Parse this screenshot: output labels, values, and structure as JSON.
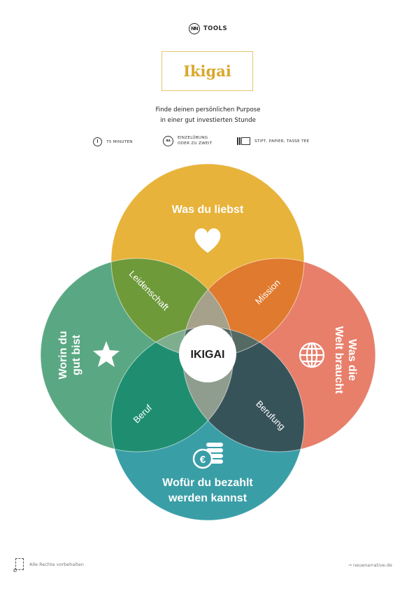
{
  "header": {
    "brand_logo": "NN",
    "brand_label": "TOOLS"
  },
  "title": "Ikigai",
  "subtitle": {
    "line1": "Finde deinen persönlichen Purpose",
    "line2": "in einer gut investierten Stunde"
  },
  "meta": {
    "duration": "75 MINUTEN",
    "mode_line1": "EINZELÜBUNG",
    "mode_line2": "ODER ZU ZWEIT",
    "materials": "STIFT, PAPIER, TASSE TEE"
  },
  "diagram": {
    "circles": [
      {
        "key": "love",
        "label": "Was du liebst",
        "icon": "heart-icon",
        "color": "#e8b33a"
      },
      {
        "key": "need",
        "label_line1": "Was die",
        "label_line2": "Welt braucht",
        "icon": "globe-icon",
        "color": "#e77f6b"
      },
      {
        "key": "paid",
        "label_line1": "Wofür du bezahlt",
        "label_line2": "werden kannst",
        "icon": "euro-coins-icon",
        "color": "#3a9ea7"
      },
      {
        "key": "good",
        "label_line1": "Worin du",
        "label_line2": "gut bist",
        "icon": "star-icon",
        "color": "#5aa883"
      }
    ],
    "overlaps": {
      "passion": {
        "label": "Leidenschaft",
        "color": "#6e9a3a"
      },
      "mission": {
        "label": "Mission",
        "color": "#e07a2e"
      },
      "vocation": {
        "label": "Berufung",
        "color": "#37535a"
      },
      "profession": {
        "label": "Beruf",
        "color": "#1f8e70"
      }
    },
    "center": "IKIGAI"
  },
  "footer": {
    "rights": "Alle Rechte vorbehalten",
    "website": "→ neuenarrative.de"
  }
}
